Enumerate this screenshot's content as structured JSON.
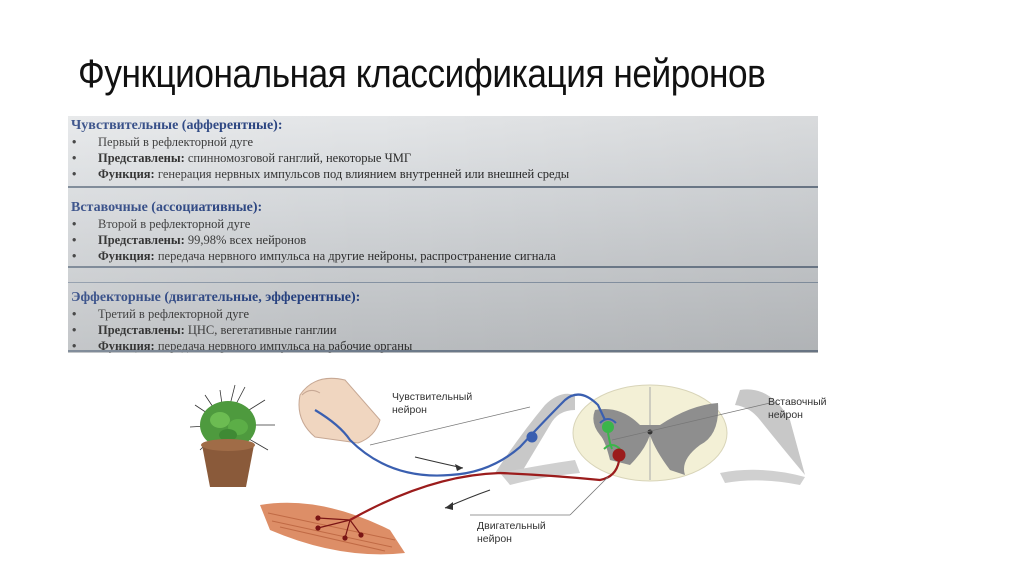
{
  "slide": {
    "title": "Функциональная классификация нейронов"
  },
  "classification": {
    "sections": [
      {
        "heading": "Чувствительные (афферентные):",
        "items": [
          {
            "label": "",
            "text": "Первый в рефлекторной дуге"
          },
          {
            "label": "Представлены:",
            "text": " спинномозговой ганглий, некоторые ЧМГ"
          },
          {
            "label": "Функция:",
            "text": " генерация нервных импульсов под влиянием внутренней или внешней среды"
          }
        ]
      },
      {
        "heading": "Вставочные (ассоциативные):",
        "items": [
          {
            "label": "",
            "text": "Второй в рефлекторной дуге"
          },
          {
            "label": "Представлены:",
            "text": " 99,98% всех нейронов"
          },
          {
            "label": "Функция:",
            "text": " передача нервного импульса на другие нейроны, распространение сигнала"
          }
        ]
      },
      {
        "heading": "Эффекторные (двигательные, эфферентные):",
        "items": [
          {
            "label": "",
            "text": "Третий в рефлекторной дуге"
          },
          {
            "label": "Представлены:",
            "text": " ЦНС, вегетативные ганглии"
          },
          {
            "label": "Функция:",
            "text": " передача нервного импульса на рабочие органы"
          }
        ]
      }
    ]
  },
  "diagram": {
    "labels": {
      "sensory_line1": "Чувствительный",
      "sensory_line2": "нейрон",
      "inter_line1": "Вставочный",
      "inter_line2": "нейрон",
      "motor_line1": "Двигательный",
      "motor_line2": "нейрон"
    },
    "colors": {
      "sensory": "#3a5fb0",
      "interneuron": "#3bb54a",
      "motor": "#9b1c1c",
      "gray_matter": "#8e8e8e",
      "white_matter": "#f3f0d6",
      "nerve_sheath": "#c8c8c8"
    }
  }
}
